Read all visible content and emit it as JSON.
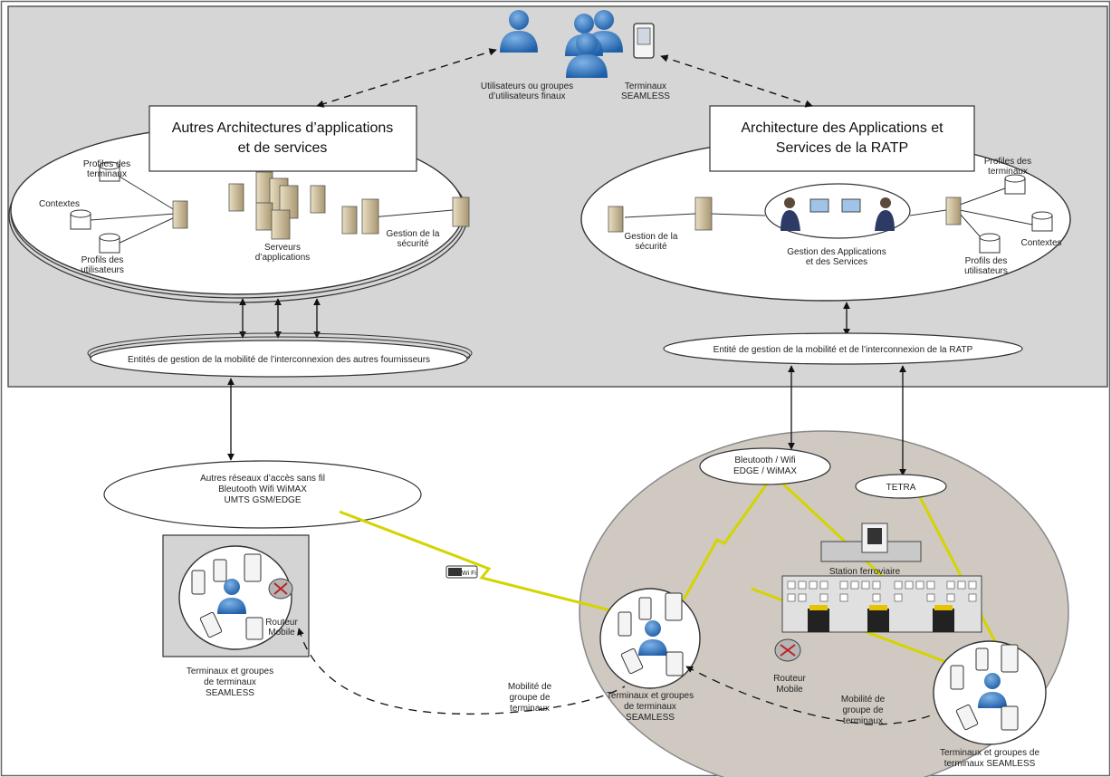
{
  "top_left_title": [
    "Autres Architectures d’applications",
    "et de services"
  ],
  "top_right_title": [
    "Architecture des Applications et",
    "Services de la RATP"
  ],
  "users_label": [
    "Utilisateurs ou groupes",
    "d’utilisateurs finaux"
  ],
  "terminals_label": [
    "Terminaux",
    "SEAMLESS"
  ],
  "left_ellipse": {
    "profiles_terminals": [
      "Profiles des",
      "terminaux"
    ],
    "contexts": "Contextes",
    "profiles_users": [
      "Profils des",
      "utilisateurs"
    ],
    "app_servers": [
      "Serveurs",
      "d’applications"
    ],
    "security": [
      "Gestion de la",
      "sécurité"
    ]
  },
  "right_ellipse": {
    "security": [
      "Gestion de la",
      "sécurité"
    ],
    "apps_services": [
      "Gestion des Applications",
      "et des Services"
    ],
    "profiles_terminals": [
      "Profiles des",
      "terminaux"
    ],
    "contexts": "Contextes",
    "profiles_users": [
      "Profils des",
      "utilisateurs"
    ]
  },
  "left_mobility_entity": "Entités de gestion de la mobilité de l’interconnexion des autres fournisseurs",
  "right_mobility_entity": "Entité de gestion de la mobilité et de l’interconnexion de la RATP",
  "other_networks": [
    "Autres réseaux d’accès sans fil",
    "Bleutooth   Wifi  WiMAX",
    "UMTS  GSM/EDGE"
  ],
  "bluetooth_node": [
    "Bleutooth / Wifi",
    "EDGE / WiMAX"
  ],
  "tetra_node": "TETRA",
  "station_label": "Station ferroviaire",
  "group_left_label": [
    "Terminaux et groupes",
    "de terminaux",
    "SEAMLESS"
  ],
  "router_left_label": [
    "Routeur",
    "Mobile"
  ],
  "wifi_badge": "Wi Fi",
  "mobility_group_1": [
    "Mobilité de",
    "groupe de",
    "terminaux"
  ],
  "group_center_label": [
    "Terminaux et groupes",
    "de terminaux",
    "SEAMLESS"
  ],
  "router_center_label": [
    "Routeur",
    "Mobile"
  ],
  "mobility_group_2": [
    "Mobilité de",
    "groupe de",
    "terminaux"
  ],
  "group_right_label": [
    "Terminaux et groupes de",
    "terminaux SEAMLESS"
  ],
  "colors": {
    "top_panel": "#d6d6d6",
    "gray_circle": "#cfc9c2",
    "wireless": "#d4d400",
    "server": "#c8b890"
  }
}
